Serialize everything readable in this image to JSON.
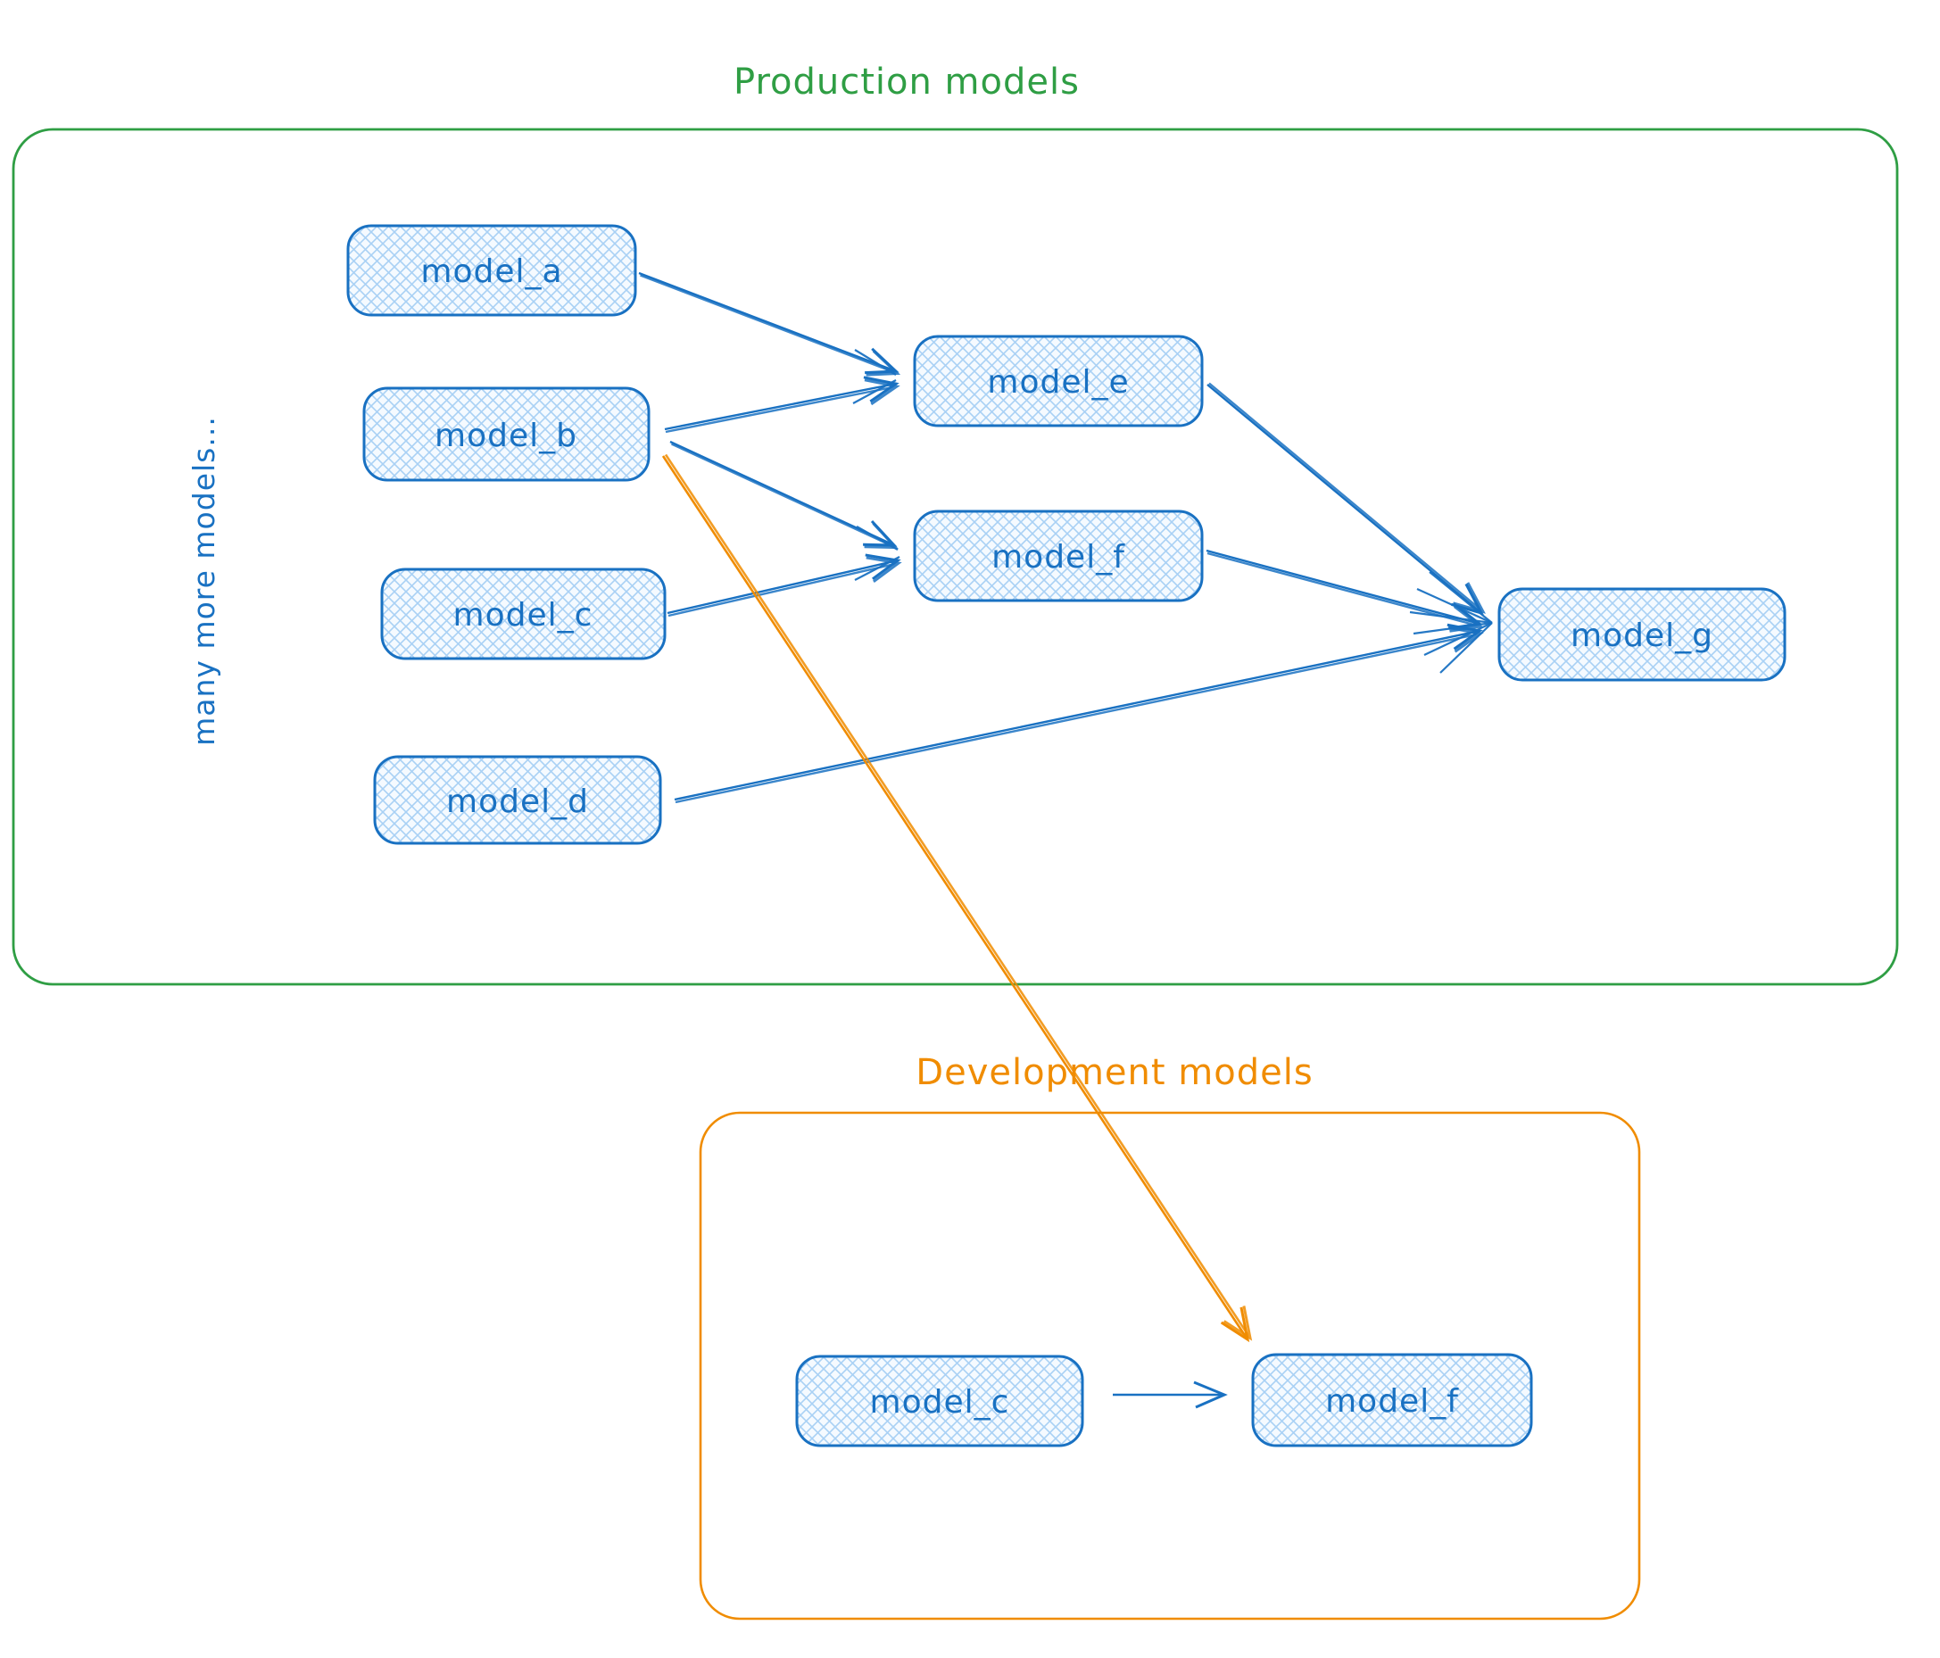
{
  "diagram": {
    "groups": [
      {
        "id": "production",
        "label": "Production models",
        "color": "#2f9e44"
      },
      {
        "id": "development",
        "label": "Development models",
        "color": "#f08c00"
      }
    ],
    "side_note": "many more models...",
    "nodes": [
      {
        "id": "prod_model_a",
        "label": "model_a",
        "group": "production"
      },
      {
        "id": "prod_model_b",
        "label": "model_b",
        "group": "production"
      },
      {
        "id": "prod_model_c",
        "label": "model_c",
        "group": "production"
      },
      {
        "id": "prod_model_d",
        "label": "model_d",
        "group": "production"
      },
      {
        "id": "prod_model_e",
        "label": "model_e",
        "group": "production"
      },
      {
        "id": "prod_model_f",
        "label": "model_f",
        "group": "production"
      },
      {
        "id": "prod_model_g",
        "label": "model_g",
        "group": "production"
      },
      {
        "id": "dev_model_c",
        "label": "model_c",
        "group": "development"
      },
      {
        "id": "dev_model_f",
        "label": "model_f",
        "group": "development"
      }
    ],
    "edges": [
      {
        "from": "prod_model_a",
        "to": "prod_model_e",
        "color": "blue"
      },
      {
        "from": "prod_model_b",
        "to": "prod_model_e",
        "color": "blue"
      },
      {
        "from": "prod_model_b",
        "to": "prod_model_f",
        "color": "blue"
      },
      {
        "from": "prod_model_c",
        "to": "prod_model_f",
        "color": "blue"
      },
      {
        "from": "prod_model_e",
        "to": "prod_model_g",
        "color": "blue"
      },
      {
        "from": "prod_model_f",
        "to": "prod_model_g",
        "color": "blue"
      },
      {
        "from": "prod_model_d",
        "to": "prod_model_g",
        "color": "blue"
      },
      {
        "from": "dev_model_c",
        "to": "dev_model_f",
        "color": "blue"
      },
      {
        "from": "prod_model_b",
        "to": "dev_model_f",
        "color": "orange"
      }
    ],
    "colors": {
      "node_stroke": "#1971c2",
      "node_fill_hatch": "#a9d1f5",
      "blue": "#1971c2",
      "green": "#2f9e44",
      "orange": "#f08c00"
    }
  }
}
